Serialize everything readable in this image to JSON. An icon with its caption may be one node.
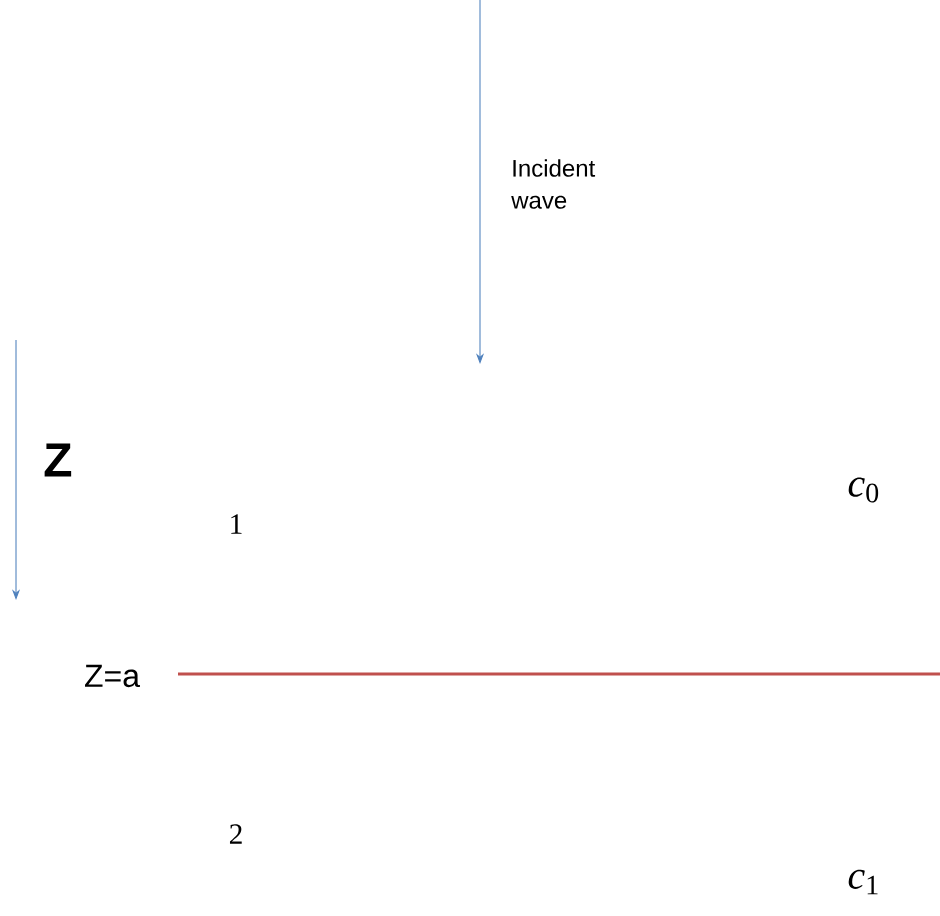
{
  "diagram": {
    "labels": [
      "Incident wave",
      "Z",
      "1",
      "*c*$_{0}$",
      "Z=a",
      "2",
      "*c*$_{1}$"
    ]
  }
}
